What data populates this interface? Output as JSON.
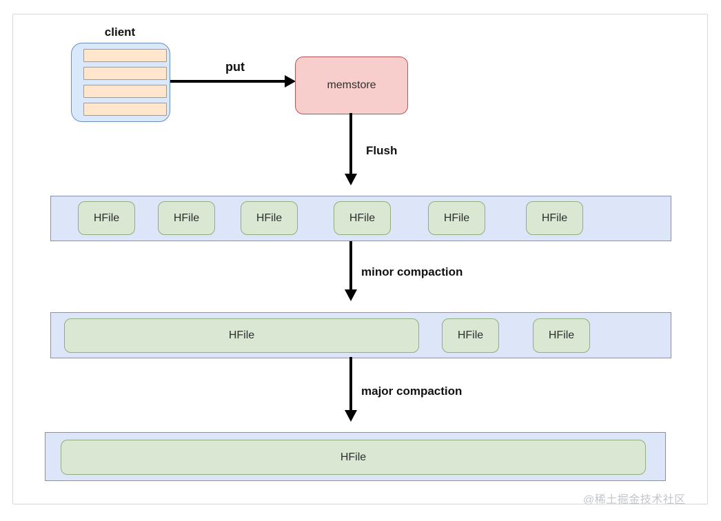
{
  "diagram": {
    "client": {
      "label": "client",
      "row_count": 4
    },
    "memstore": {
      "label": "memstore"
    },
    "arrows": {
      "put": "put",
      "flush": "Flush",
      "minor": "minor compaction",
      "major": "major compaction"
    },
    "store_rows": {
      "flushed": {
        "items": [
          "HFile",
          "HFile",
          "HFile",
          "HFile",
          "HFile",
          "HFile"
        ]
      },
      "minor_compacted": {
        "merged": "HFile",
        "items": [
          "HFile",
          "HFile"
        ]
      },
      "major_compacted": {
        "merged": "HFile"
      }
    },
    "colors": {
      "client_fill": "#dae8fc",
      "client_border": "#6c8ebf",
      "client_row_fill": "#ffe6cc",
      "client_row_border": "#d79b00",
      "memstore_fill": "#f8cecc",
      "memstore_border": "#b85450",
      "hfile_fill": "#d9e7d3",
      "hfile_border": "#8fad7d",
      "region_fill": "#dde6f8",
      "region_border": "#8290b5",
      "arrow": "#000000"
    }
  },
  "watermark": {
    "text": "@稀土掘金技术社区"
  }
}
